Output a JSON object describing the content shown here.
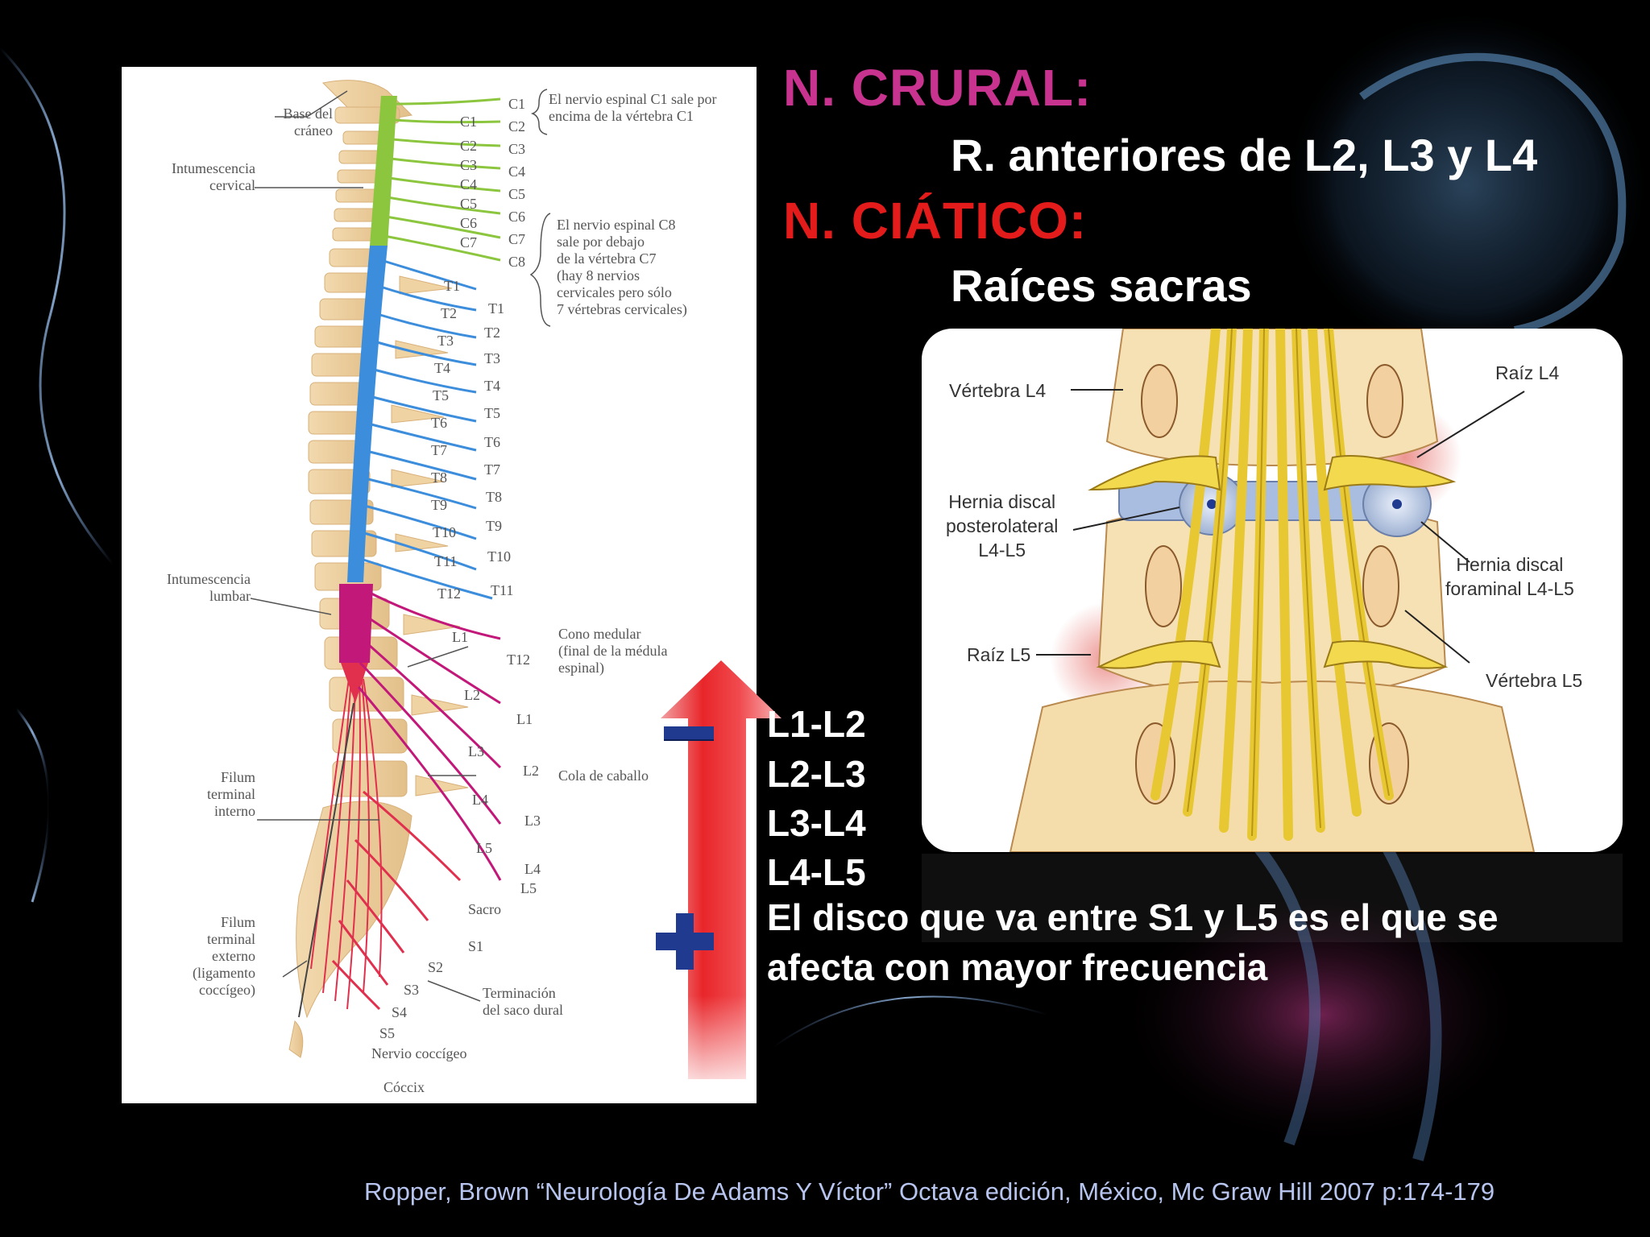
{
  "headings": {
    "crural": "N. CRURAL:",
    "crural_desc": "R. anteriores de L2, L3 y L4",
    "ciatico": "N. CIÁTICO:",
    "ciatico_desc": "Raíces sacras"
  },
  "disc_levels": [
    "L1-L2",
    "L2-L3",
    "L3-L4",
    "L4-L5"
  ],
  "severity_signs": {
    "minus": "−",
    "plus": "+"
  },
  "note": "El disco que va entre S1 y L5 es el que se afecta con mayor frecuencia",
  "reference": "Ropper, Brown “Neurología De Adams Y Víctor”  Octava edición, México, Mc Graw Hill 2007 p:174-179",
  "spine_diagram": {
    "left_labels": {
      "base_craneo": "Base del\ncráneo",
      "intum_cervical": "Intumescencia\ncervical",
      "intum_lumbar": "Intumescencia\nlumbar",
      "filum_interno": "Filum\nterminal\ninterno",
      "filum_externo": "Filum\nterminal\nexterno\n(ligamento\ncoccígeo)"
    },
    "notes": {
      "c1_note": "El nervio espinal C1 sale por\nencima de la vértebra C1",
      "c8_note": "El nervio espinal C8\nsale por debajo\nde la vértebra C7\n(hay 8 nervios\ncervicales pero sólo\n7 vértebras cervicales)",
      "cono": "Cono medular\n(final de la médula\nespinal)",
      "cola": "Cola de caballo",
      "terminacion": "Terminación\ndel saco dural",
      "nervio_coccigeo": "Nervio coccígeo",
      "coccix": "Cóccix",
      "sacro": "Sacro"
    },
    "vertebra_labels": [
      "C1",
      "C2",
      "C3",
      "C4",
      "C5",
      "C6",
      "C7",
      "T1",
      "T2",
      "T3",
      "T4",
      "T5",
      "T6",
      "T7",
      "T8",
      "T9",
      "T10",
      "T11",
      "T12",
      "L1",
      "L2",
      "L3",
      "L4",
      "L5"
    ],
    "nerve_labels": [
      "C1",
      "C2",
      "C3",
      "C4",
      "C5",
      "C6",
      "C7",
      "C8",
      "T1",
      "T2",
      "T3",
      "T4",
      "T5",
      "T6",
      "T7",
      "T8",
      "T9",
      "T10",
      "T11",
      "T12",
      "L1",
      "L2",
      "L3",
      "L4",
      "L5",
      "S1",
      "S2",
      "S3",
      "S4",
      "S5"
    ]
  },
  "hernia_diagram": {
    "vertebra_l4": "Vértebra L4",
    "raiz_l4": "Raíz L4",
    "hernia_postero": "Hernia discal\nposterolateral\nL4-L5",
    "hernia_foraminal": "Hernia discal\nforaminal L4-L5",
    "raiz_l5": "Raíz L5",
    "vertebra_l5": "Vértebra L5"
  },
  "colors": {
    "crural": "#c8338f",
    "ciatico": "#e41b1b",
    "arrow": "#e8262a",
    "sign": "#1f3a8f",
    "cervical": "#8cc63f",
    "thoracic": "#3c8ddb",
    "lumbar": "#c2187a",
    "sacral": "#e0304e"
  }
}
